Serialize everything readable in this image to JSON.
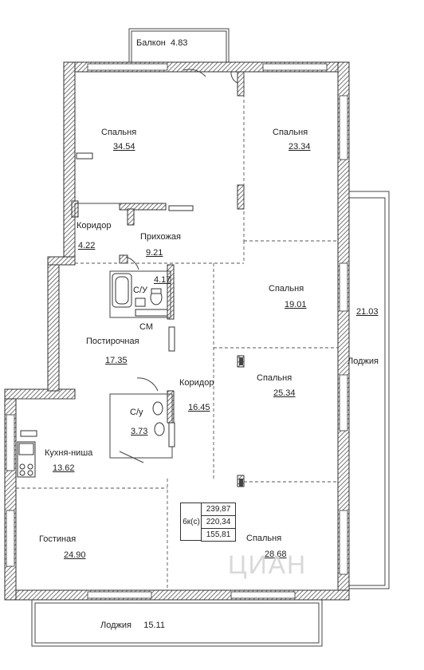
{
  "rooms": [
    {
      "name": "Балкон",
      "area": "4.83"
    },
    {
      "name": "Спальня",
      "area": "34.54"
    },
    {
      "name": "Спальня",
      "area": "23.34"
    },
    {
      "name": "Коридор",
      "area": "4.22"
    },
    {
      "name": "Прихожая",
      "area": "9.21"
    },
    {
      "name": "С/У",
      "area": "4.17"
    },
    {
      "name": "СМ",
      "area": ""
    },
    {
      "name": "Спальня",
      "area": "19.01"
    },
    {
      "name": "Постирочная",
      "area": "17.35"
    },
    {
      "name": "Коридор",
      "area": "16.45"
    },
    {
      "name": "Спальня",
      "area": "25.34"
    },
    {
      "name": "С/у",
      "area": "3.73"
    },
    {
      "name": "Кухня-ниша",
      "area": "13.62"
    },
    {
      "name": "Лоджия",
      "area": "21.03"
    },
    {
      "name": "Гостиная",
      "area": "24.90"
    },
    {
      "name": "Спальня",
      "area": "28.68"
    },
    {
      "name": "Лоджия",
      "area": "15.11"
    }
  ],
  "summary": {
    "type": "6к(с)",
    "total_area": "239,87",
    "area_without_loggia": "220,34",
    "living_area": "155,81"
  },
  "watermark": "ЦИАН"
}
